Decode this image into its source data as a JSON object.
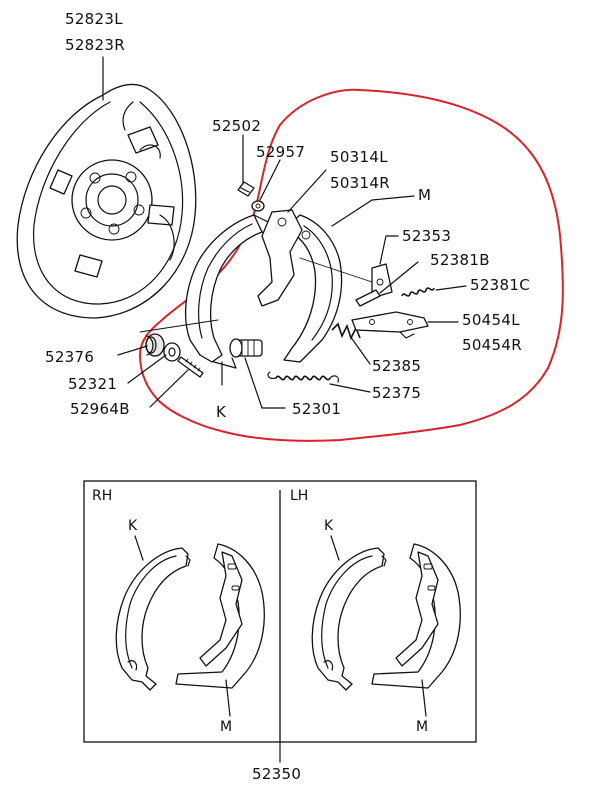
{
  "colors": {
    "line": "#111111",
    "highlight": "#d9232a",
    "background": "#ffffff"
  },
  "callouts": {
    "p52823L": "52823L",
    "p52823R": "52823R",
    "p52502": "52502",
    "p52957": "52957",
    "p50314L": "50314L",
    "p50314R": "50314R",
    "m_top": "M",
    "p52353": "52353",
    "p52381B": "52381B",
    "p52381C": "52381C",
    "p50454L": "50454L",
    "p50454R": "50454R",
    "p52385": "52385",
    "p52375": "52375",
    "p52301": "52301",
    "p52376": "52376",
    "p52321": "52321",
    "p52964B": "52964B",
    "k_top": "K"
  },
  "kit": {
    "rh_label": "RH",
    "lh_label": "LH",
    "rh_k": "K",
    "rh_m": "M",
    "lh_k": "K",
    "lh_m": "M",
    "part_number": "52350"
  }
}
